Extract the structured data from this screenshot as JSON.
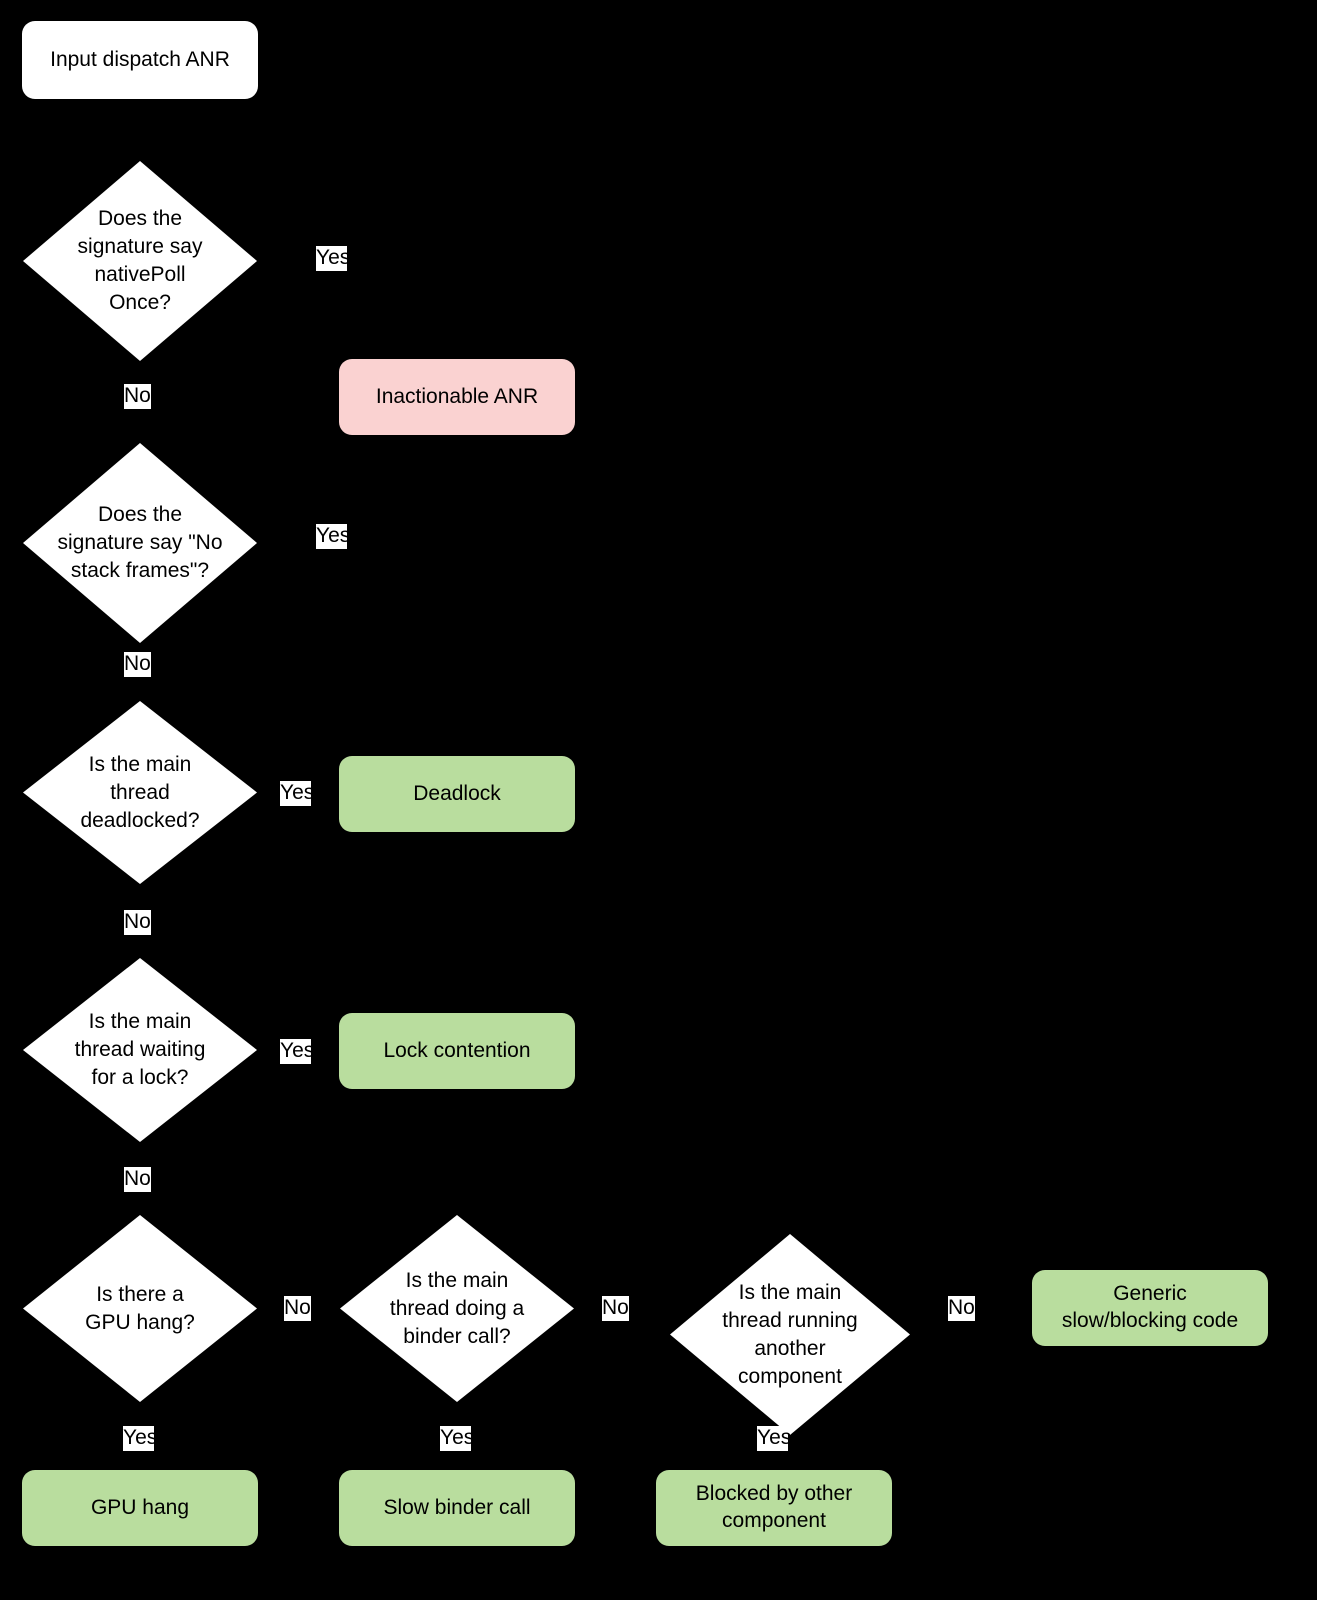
{
  "diagram": {
    "title": "Input dispatch ANR triage flowchart",
    "background_color": "#000000",
    "colors": {
      "process": "#ffffff",
      "decision": "#ffffff",
      "inactionable": "#fad2d1",
      "outcome": "#b9dd9e",
      "text": "#000000",
      "connector": "#000000"
    },
    "nodes": {
      "start": {
        "label": "Input dispatch ANR",
        "type": "process"
      },
      "d_nativepoll": {
        "label": "Does the\nsignature say\nnativePoll\nOnce?",
        "type": "decision"
      },
      "inactionable": {
        "label": "Inactionable ANR",
        "type": "inactionable"
      },
      "d_nostack": {
        "label": "Does the\nsignature say \"No\nstack frames\"?",
        "type": "decision"
      },
      "d_deadlock": {
        "label": "Is the main\nthread\ndeadlocked?",
        "type": "decision"
      },
      "deadlock": {
        "label": "Deadlock",
        "type": "outcome"
      },
      "d_lock": {
        "label": "Is the main\nthread waiting\nfor a lock?",
        "type": "decision"
      },
      "lock_contention": {
        "label": "Lock contention",
        "type": "outcome"
      },
      "d_gpu": {
        "label": "Is there a\nGPU hang?",
        "type": "decision"
      },
      "gpu_hang": {
        "label": "GPU hang",
        "type": "outcome"
      },
      "d_binder": {
        "label": "Is the main\nthread doing a\nbinder call?",
        "type": "decision"
      },
      "slow_binder": {
        "label": "Slow binder call",
        "type": "outcome"
      },
      "d_component": {
        "label": "Is the main\nthread running\nanother\ncomponent",
        "type": "decision"
      },
      "blocked_component": {
        "label": "Blocked by other\ncomponent",
        "type": "outcome"
      },
      "generic": {
        "label": "Generic\nslow/blocking code",
        "type": "outcome"
      }
    },
    "edge_labels": {
      "nativepoll_yes": "Yes",
      "nativepoll_no": "No",
      "nostack_yes": "Yes",
      "nostack_no": "No",
      "deadlock_yes": "Yes",
      "deadlock_no": "No",
      "lock_yes": "Yes",
      "lock_no": "No",
      "gpu_no": "No",
      "gpu_yes": "Yes",
      "binder_no": "No",
      "binder_yes": "Yes",
      "component_no": "No",
      "component_yes": "Yes"
    }
  }
}
